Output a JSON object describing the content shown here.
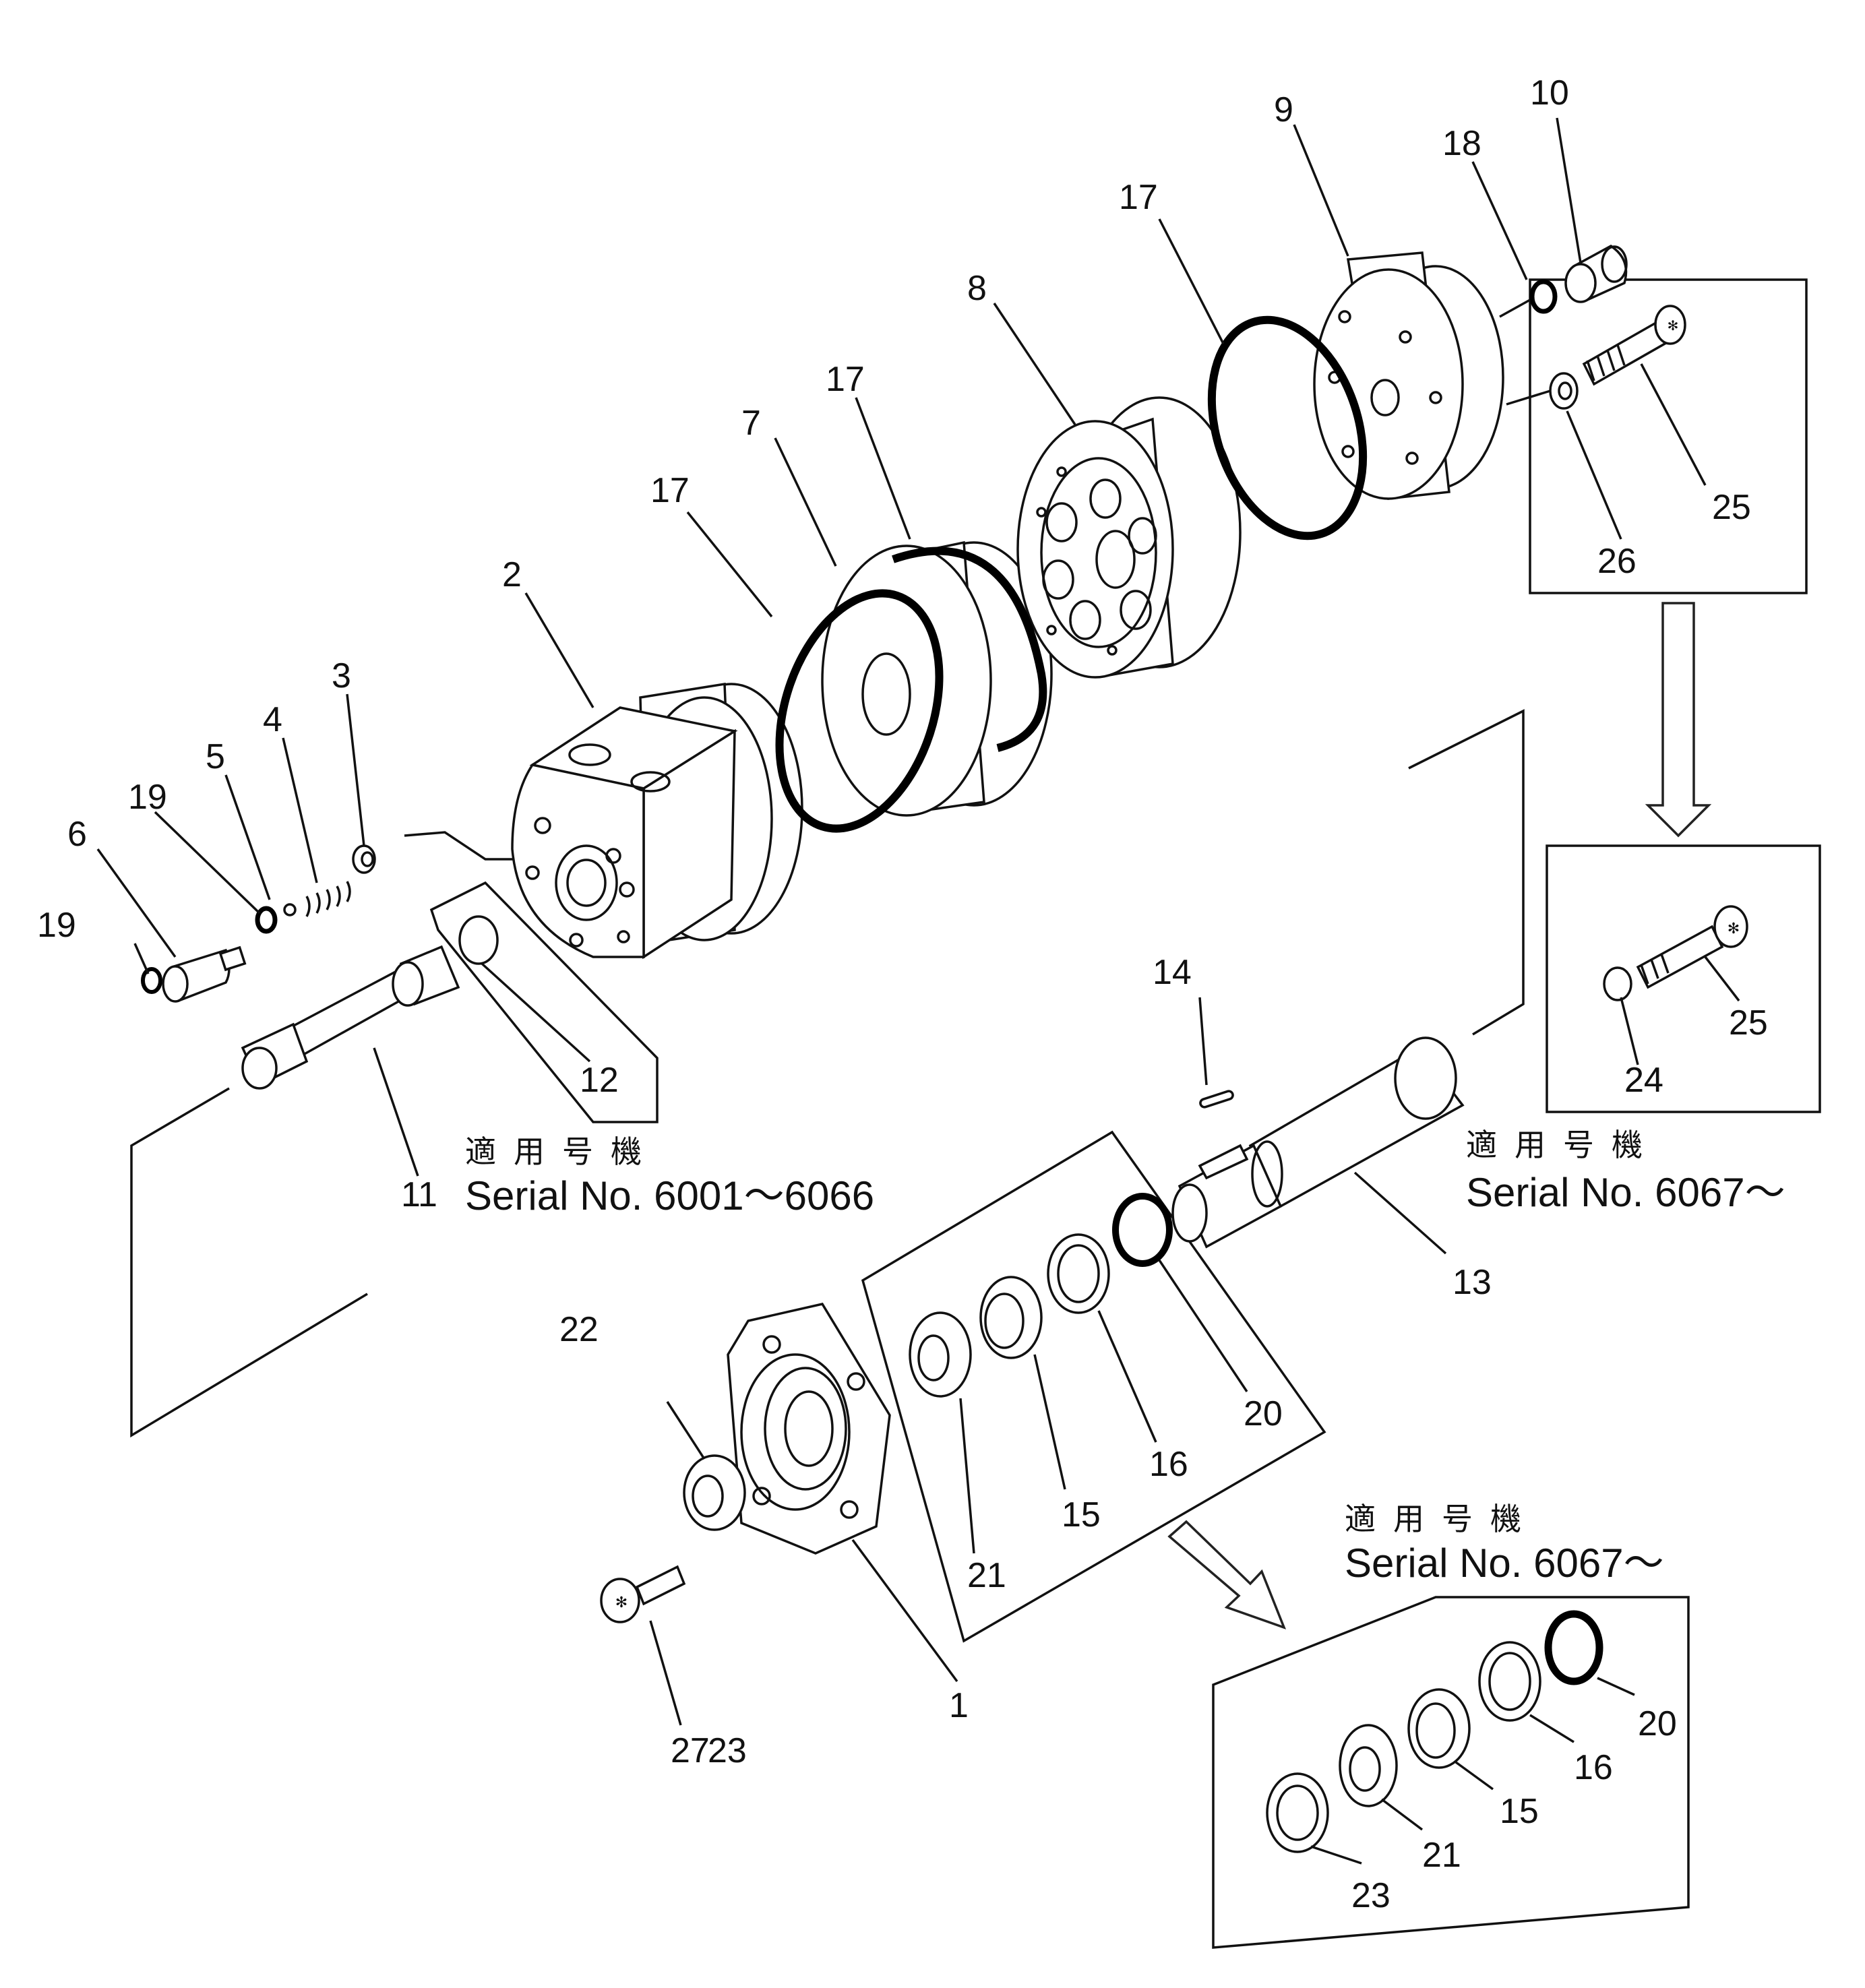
{
  "callouts": [
    "1",
    "2",
    "3",
    "4",
    "5",
    "6",
    "7",
    "8",
    "9",
    "10",
    "11",
    "12",
    "13",
    "14",
    "15",
    "16",
    "17",
    "17",
    "17",
    "18",
    "19",
    "19",
    "20",
    "21",
    "22",
    "23",
    "24",
    "25",
    "26",
    "27"
  ],
  "inset_callouts": {
    "bolt_inset": [
      "24",
      "25"
    ],
    "bearing_inset": [
      "23",
      "21",
      "15",
      "16",
      "20"
    ]
  },
  "captions": {
    "left": {
      "jp": "適用号機",
      "serial": "Serial No. 6001～6066"
    },
    "right": {
      "jp": "適用号機",
      "serial": "Serial No. 6067～"
    },
    "bottom": {
      "jp": "適用号機",
      "serial": "Serial No. 6067～"
    }
  },
  "colors": {
    "line": "#111111",
    "background": "#ffffff"
  }
}
